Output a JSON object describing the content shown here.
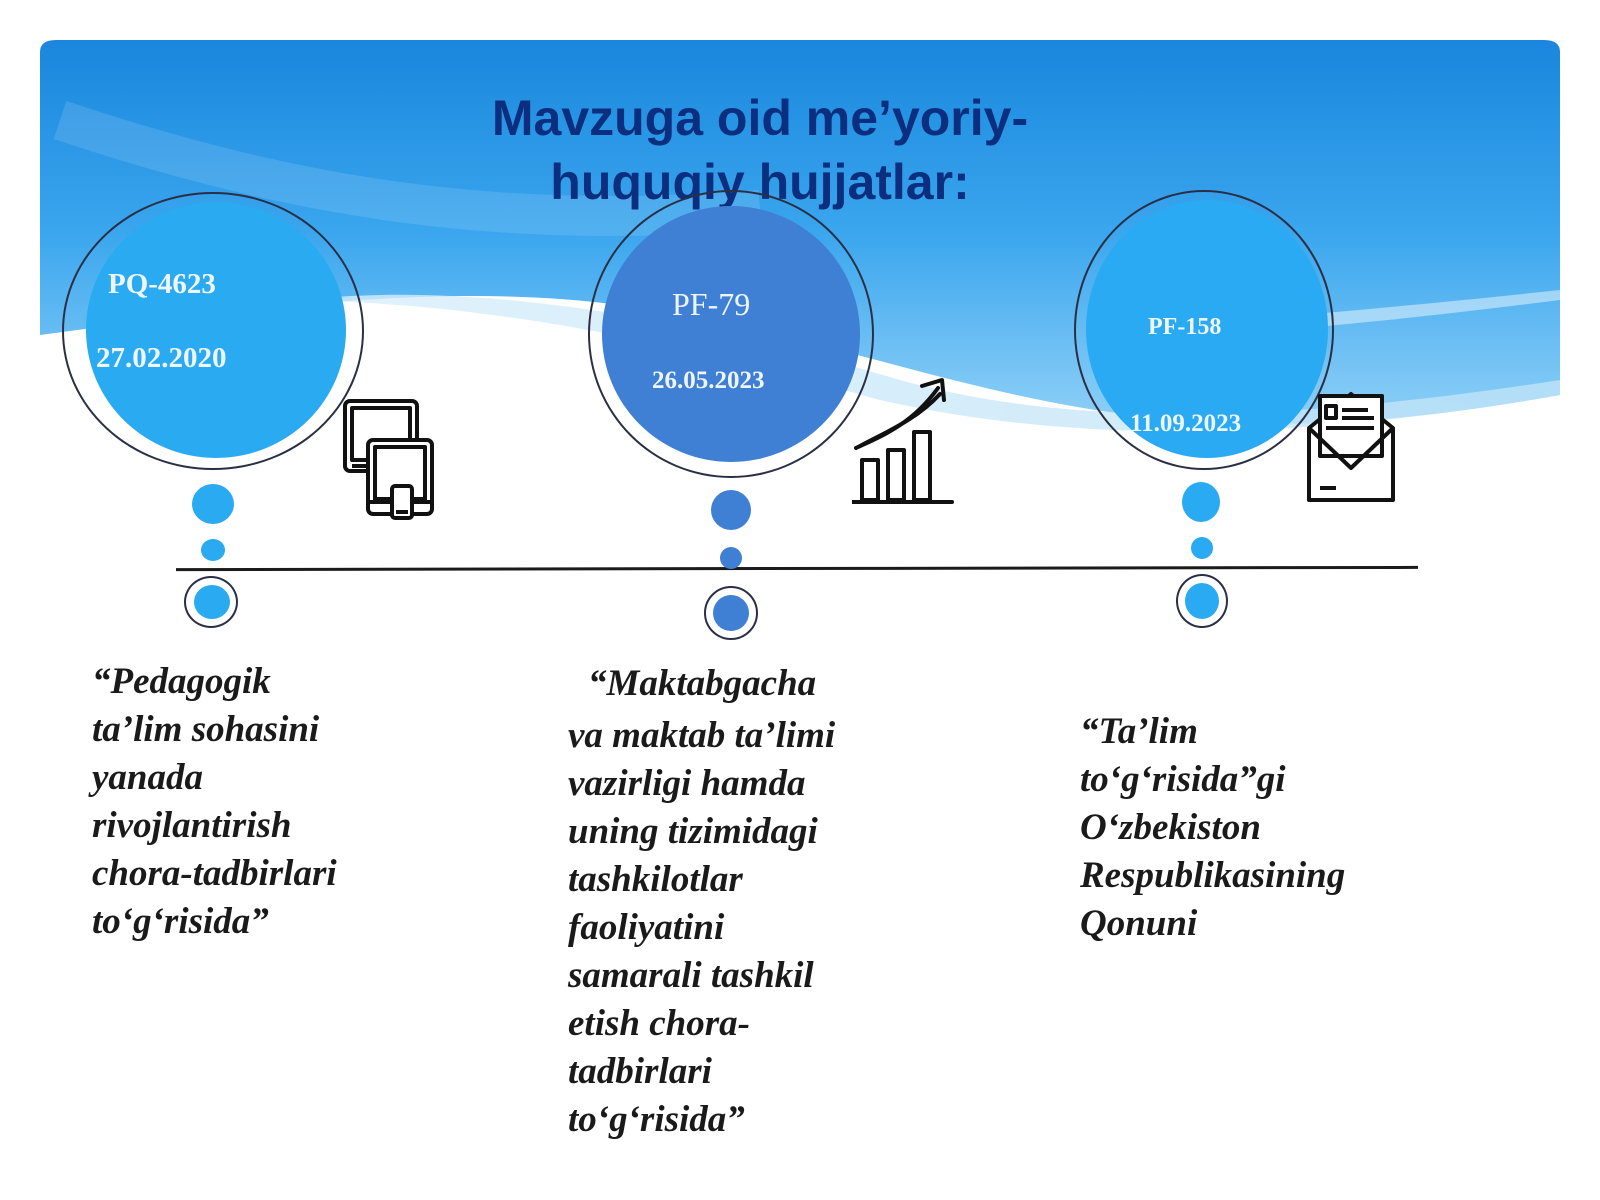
{
  "title": {
    "line1": "Mavzuga oid me’yoriy-",
    "line2": "huquqiy hujjatlar:"
  },
  "documents": [
    {
      "code": "PQ-4623",
      "date": "27.02.2020",
      "icon": "devices-icon",
      "color": "#2ea8ef",
      "description": [
        "“Pedagogik",
        "ta’lim sohasini",
        "yanada",
        "rivojlantirish",
        "chora-tadbirlari",
        "to‘g‘risida”"
      ]
    },
    {
      "code": "PF-79",
      "date": "26.05.2023",
      "icon": "growth-chart-icon",
      "color": "#3e7ed3",
      "description": [
        "“Maktabgacha",
        "va maktab ta’limi",
        "vazirligi hamda",
        "uning tizimidagi",
        "tashkilotlar",
        "faoliyatini",
        "samarali tashkil",
        "etish chora-",
        "tadbirlari",
        "to‘g‘risida”"
      ]
    },
    {
      "code": "PF-158",
      "date": "11.09.2023",
      "icon": "mail-envelope-icon",
      "color": "#2aaaf2",
      "description": [
        "“Ta’lim",
        "to‘g‘risida”gi",
        "O‘zbekiston",
        "Respublikasining",
        "Qonuni"
      ]
    }
  ],
  "colors": {
    "header_blue": "#1e8fe0",
    "title": "#0b2f7e",
    "line": "#1b1b1b"
  }
}
